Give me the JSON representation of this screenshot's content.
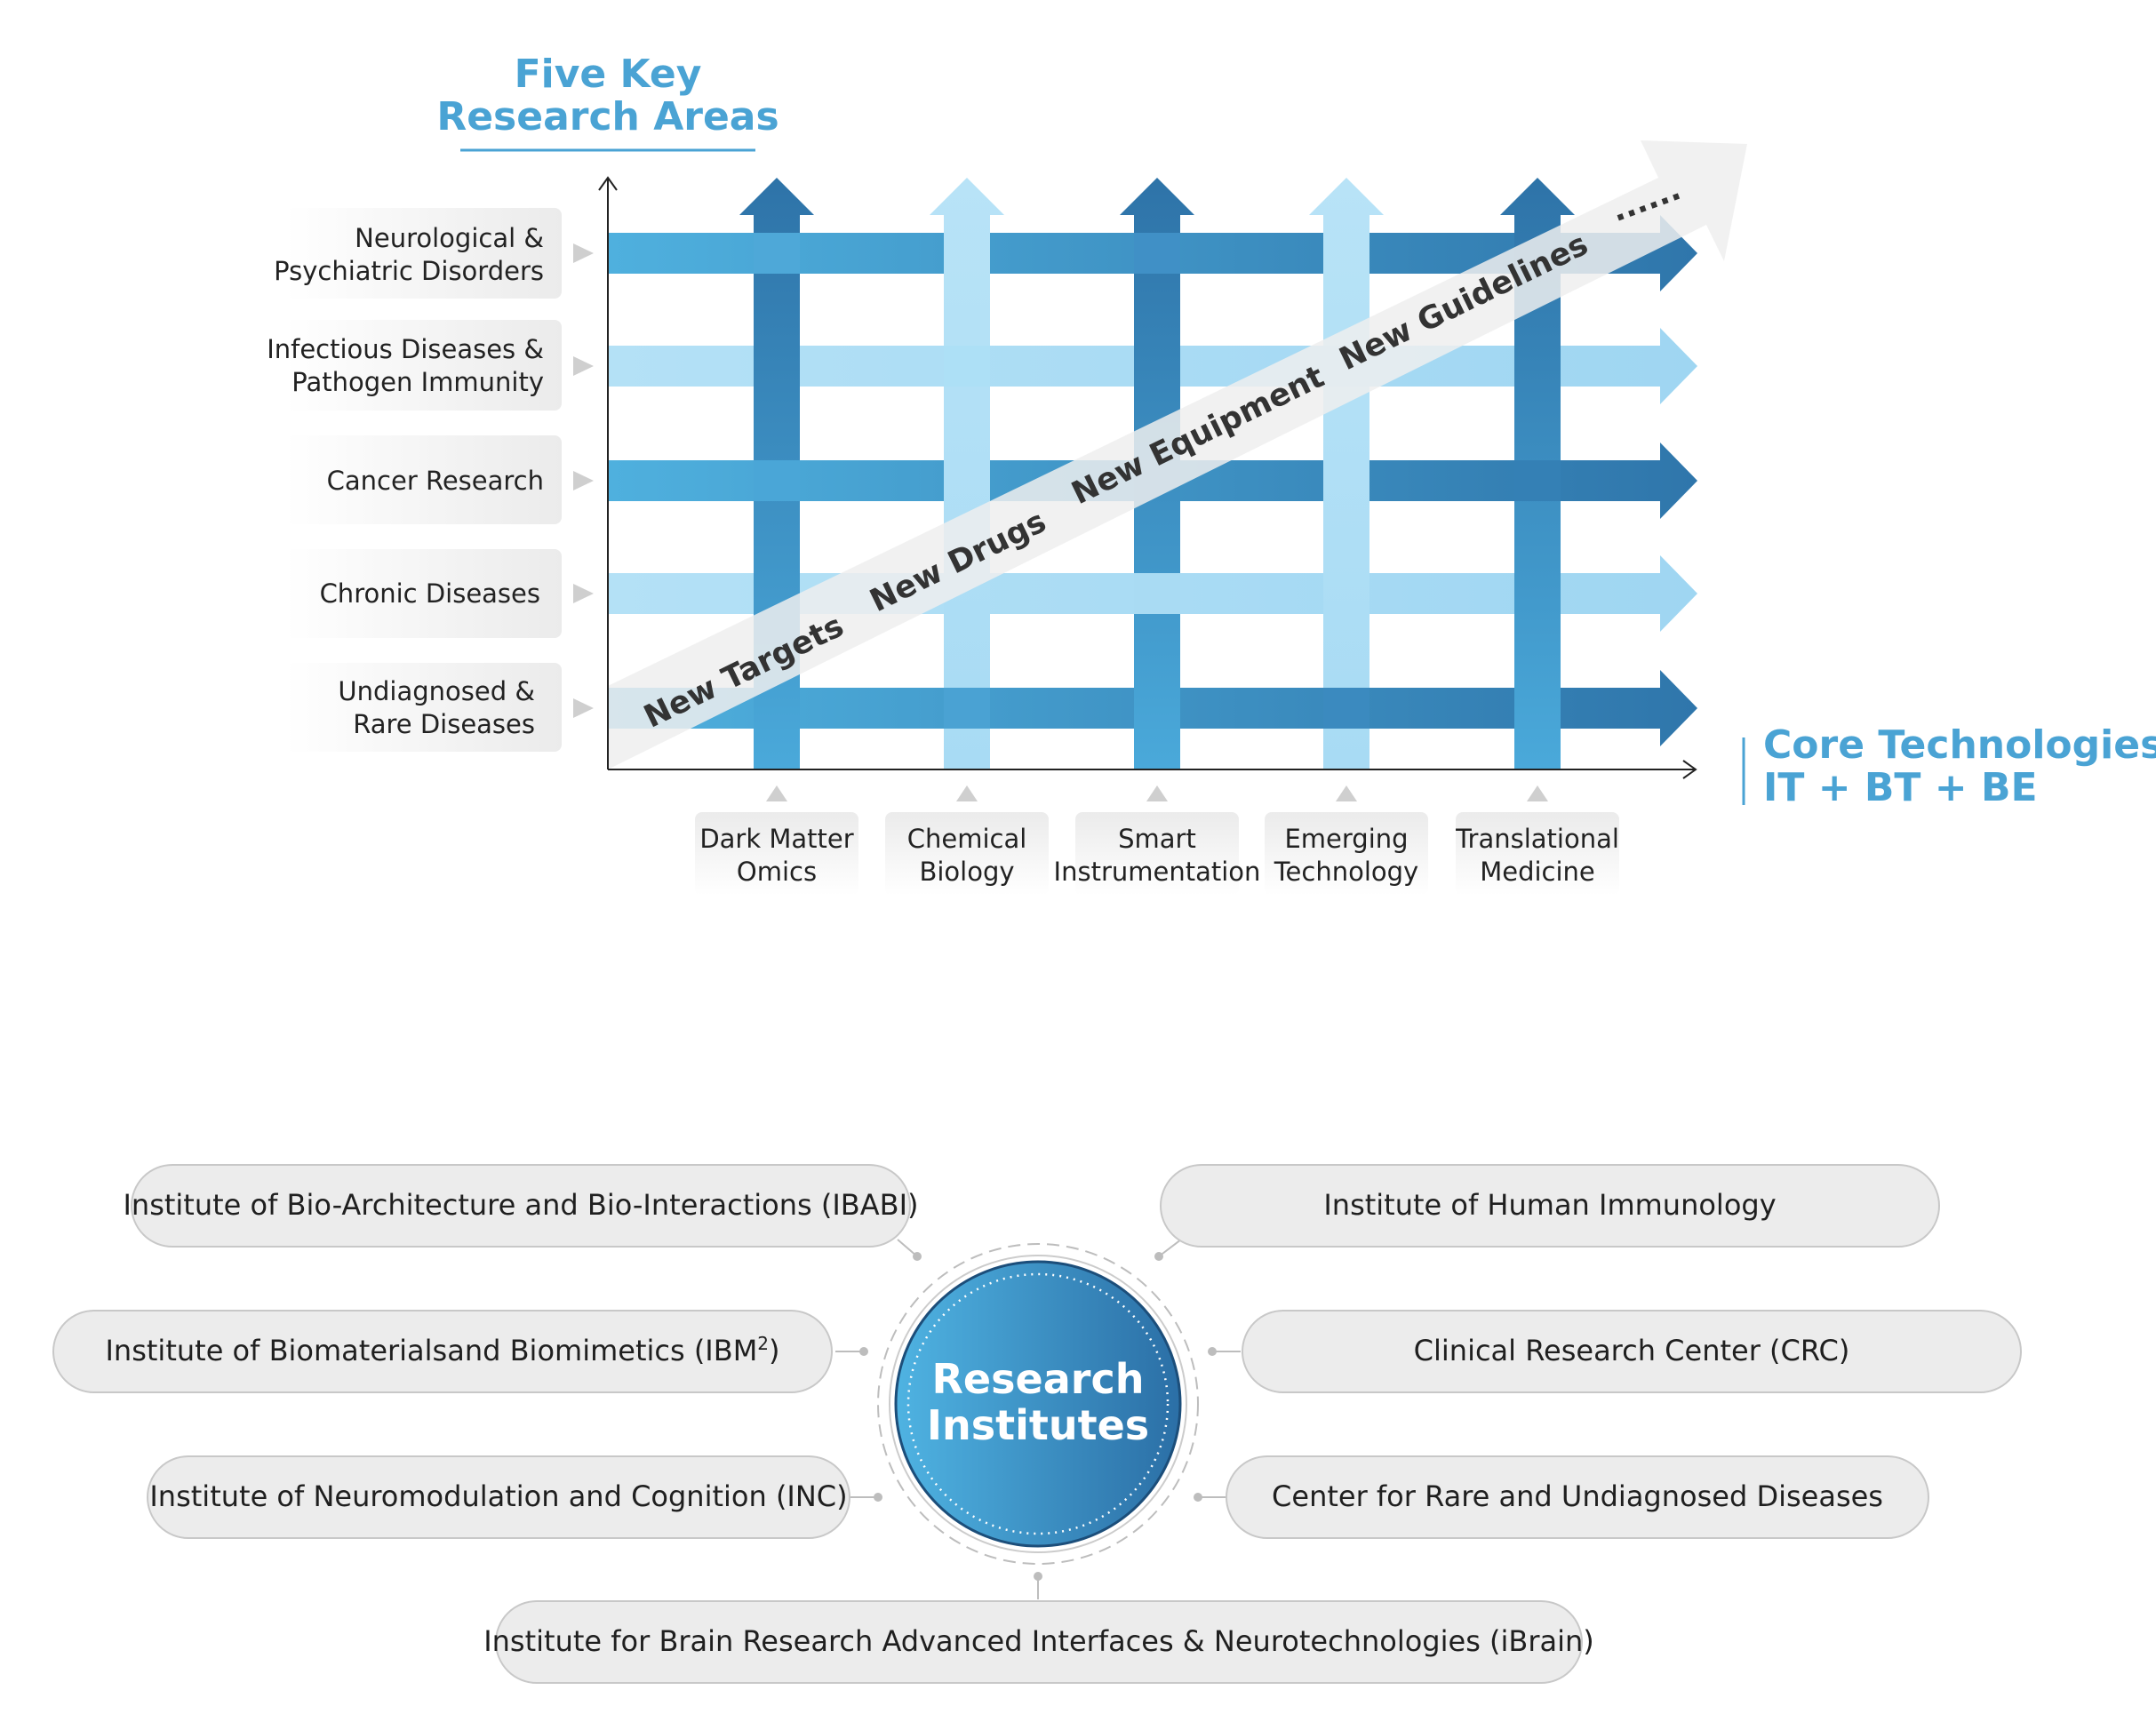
{
  "diagram_title": [
    "Five Key",
    "Research Areas"
  ],
  "research_areas": [
    {
      "lines": [
        "Neurological &",
        "Psychiatric Disorders"
      ],
      "tone": "dark"
    },
    {
      "lines": [
        "Infectious Diseases &",
        "Pathogen Immunity"
      ],
      "tone": "light"
    },
    {
      "lines": [
        "Cancer Research"
      ],
      "tone": "dark"
    },
    {
      "lines": [
        "Chronic Diseases"
      ],
      "tone": "light"
    },
    {
      "lines": [
        "Undiagnosed &",
        "Rare Diseases"
      ],
      "tone": "dark"
    }
  ],
  "core_technologies_title": [
    "Core Technologies",
    "IT + BT + BE"
  ],
  "core_technologies": [
    {
      "lines": [
        "Dark Matter",
        "Omics"
      ],
      "tone": "dark"
    },
    {
      "lines": [
        "Chemical",
        "Biology"
      ],
      "tone": "light"
    },
    {
      "lines": [
        "Smart",
        "Instrumentation"
      ],
      "tone": "dark"
    },
    {
      "lines": [
        "Emerging",
        "Technology"
      ],
      "tone": "light"
    },
    {
      "lines": [
        "Translational",
        "Medicine"
      ],
      "tone": "dark"
    }
  ],
  "outcomes": [
    "New Targets",
    "New Drugs",
    "New Equipment",
    "New Guidelines",
    "......"
  ],
  "center": [
    "Research",
    "Institutes"
  ],
  "institutes": {
    "ibabi": "Institute of Bio-Architecture and Bio-Interactions (IBABI)",
    "ibm2_main": "Institute of Biomaterialsand Biomimetics (IBM",
    "ibm2_sup": "2",
    "ibm2_end": ")",
    "inc": "Institute of Neuromodulation and Cognition (INC)",
    "human_immunology": "Institute of Human Immunology",
    "crc": "Clinical Research Center (CRC)",
    "rare": "Center for Rare and Undiagnosed Diseases",
    "ibrain": "Institute for Brain Research Advanced Interfaces & Neurotechnologies (iBrain)"
  },
  "colors": {
    "accent": "#4aa3d4",
    "dark_band": "#3d8fc2",
    "light_band": "#a9dbf3",
    "pill_fill": "#ececec",
    "pill_stroke": "#c8c8c8"
  }
}
